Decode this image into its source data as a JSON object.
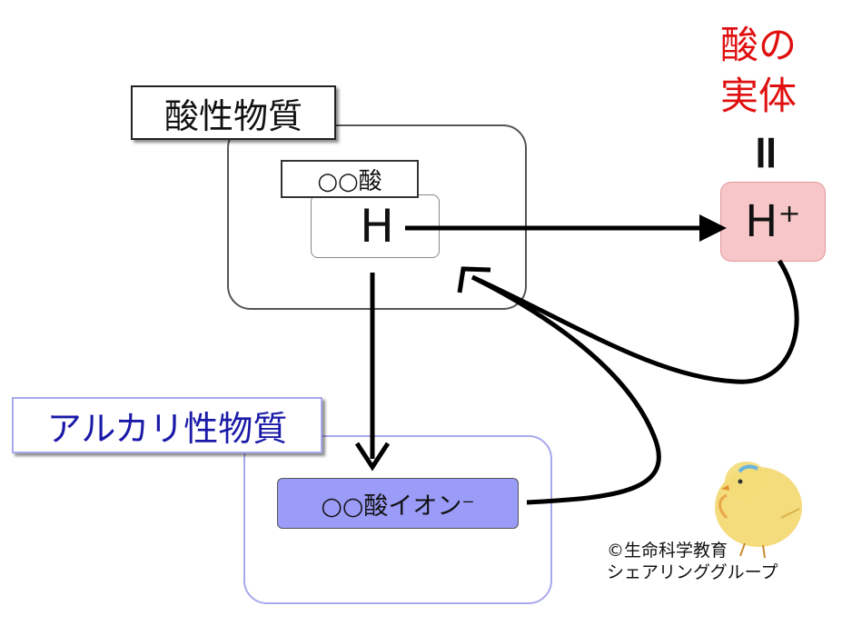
{
  "acid_substance": {
    "title": "酸性物質",
    "acid_name": "○○酸",
    "hydrogen": "H"
  },
  "alkaline_substance": {
    "title": "アルカリ性物質",
    "ion_label": "○○酸イオン⁻"
  },
  "proton": {
    "label": "H⁺",
    "heading_line1": "酸の",
    "heading_line2": "実体",
    "equals_symbol": "="
  },
  "credit": {
    "line1": "©生命科学教育",
    "line2": "シェアリンググループ"
  },
  "colors": {
    "heading_red": "#e01010",
    "alkaline_title_blue": "#1a1aa8",
    "alkaline_border": "#a8a8ee",
    "ion_fill": "#9b9bf8",
    "proton_fill": "#f6c6c8",
    "proton_border": "#e29a9e"
  },
  "icons": {
    "mascot": "chick-icon"
  }
}
